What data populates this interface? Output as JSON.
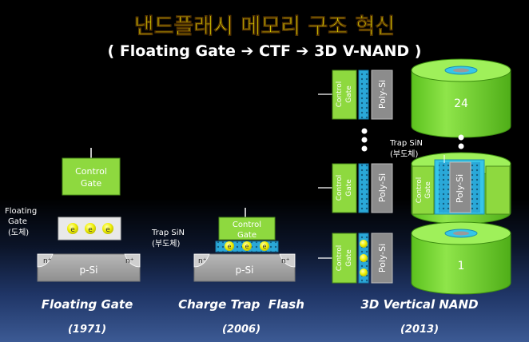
{
  "title": "낸드플래시 메모리 구조 혁신",
  "subtitle": "( Floating Gate ➔ CTF ➔ 3D V-NAND )",
  "labels": {
    "control_gate_line1": "Control",
    "control_gate_line2": "Gate",
    "floating_gate_line1": "Floating",
    "floating_gate_line2": "Gate",
    "floating_gate_line3": "(도체)",
    "trap_sin_line1": "Trap SiN",
    "trap_sin_line2": "(부도체)",
    "electron": "e",
    "n_plus": "n⁺",
    "p_si": "p-Si",
    "poly_si": "Poly-Si",
    "control": "Control",
    "gate": "Gate",
    "layer_top": "24",
    "layer_bottom": "1"
  },
  "columns": [
    {
      "name": "Floating Gate",
      "year": "(1971)"
    },
    {
      "name": "Charge Trap  Flash",
      "year": "(2006)"
    },
    {
      "name": "3D Vertical NAND",
      "year": "(2013)"
    }
  ],
  "colors": {
    "title_yellow": "#ffff00",
    "gate_green": "#8ed93f",
    "trap_blue": "#2aa8d8",
    "electron_yellow": "#f2f20a",
    "silicon_gray": "#a6a6a6",
    "poly_gray": "#8c8c8c",
    "cylinder_green": "#7fe03a",
    "cylinder_cyan": "#35c6e8"
  }
}
